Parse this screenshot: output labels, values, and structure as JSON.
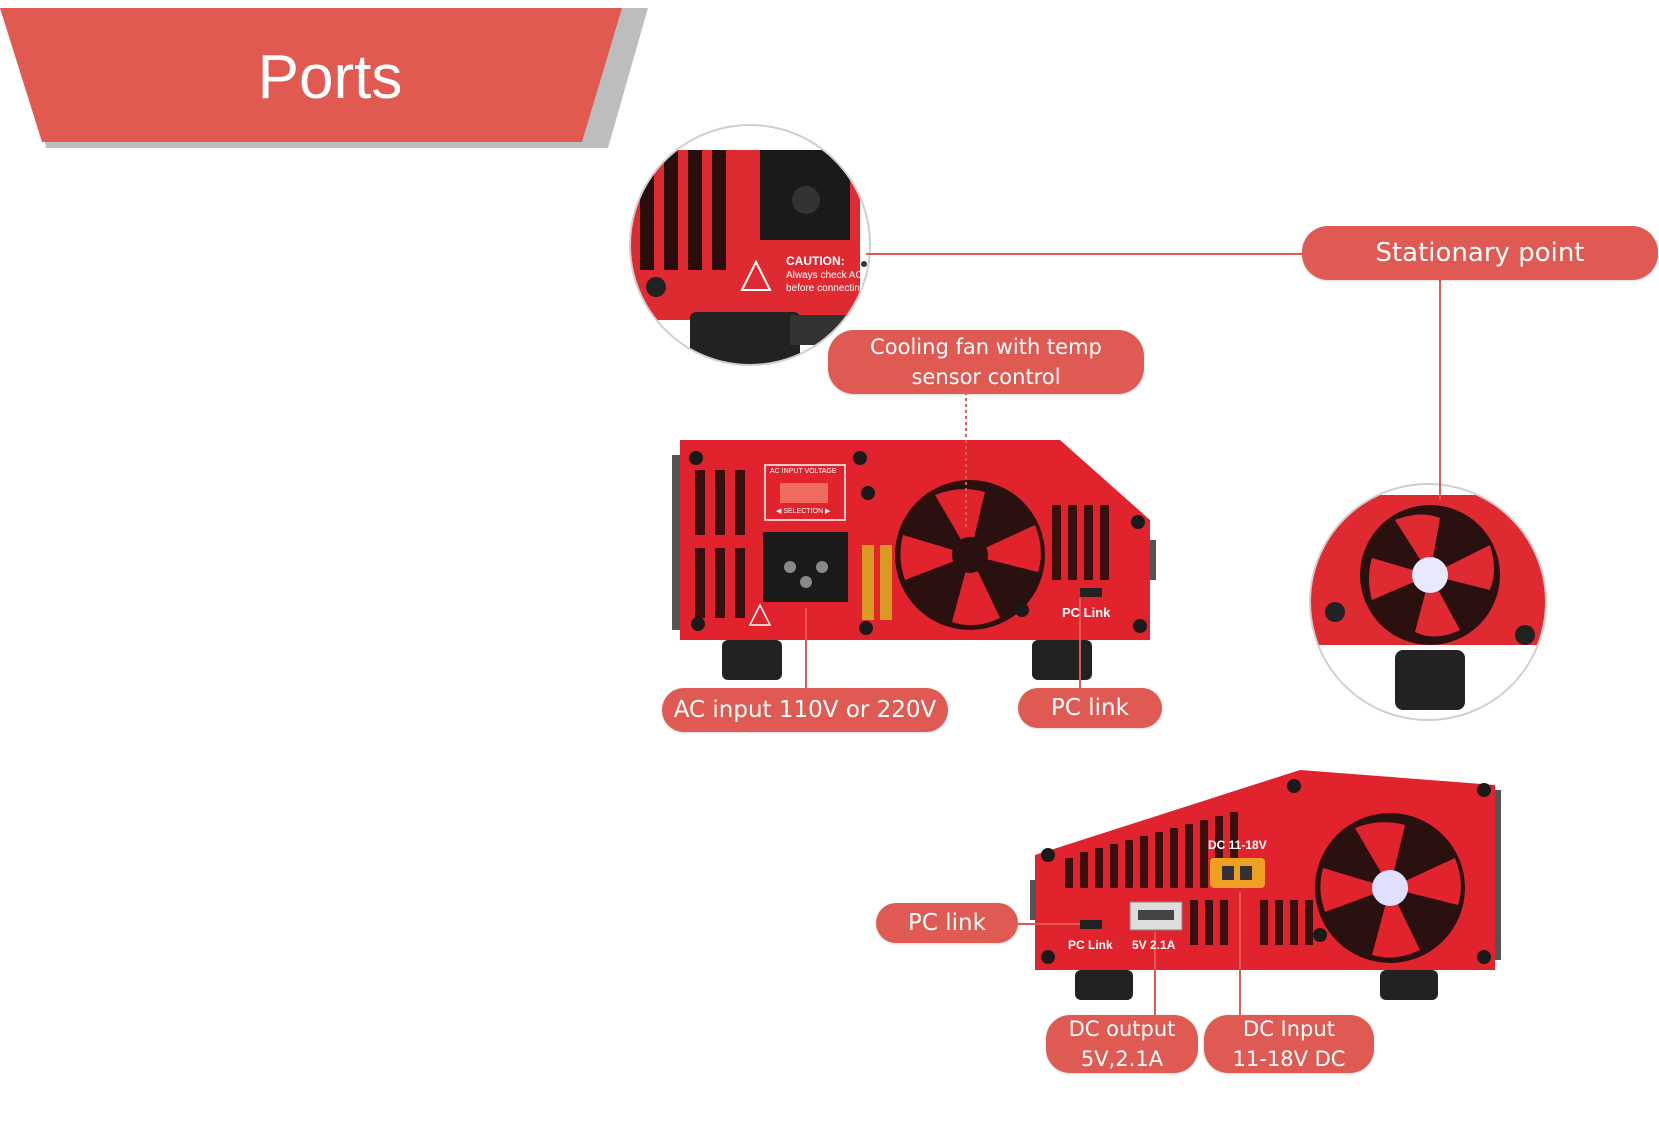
{
  "header": {
    "title": "Ports"
  },
  "callouts": {
    "stationary_point": "Stationary point",
    "cooling_fan_line1": "Cooling fan with temp",
    "cooling_fan_line2": "sensor control",
    "ac_input": "AC input 110V or 220V",
    "pc_link_side": "PC link",
    "pc_link_rear": "PC link",
    "dc_output_line1": "DC output",
    "dc_output_line2": "5V,2.1A",
    "dc_input_line1": "DC Input",
    "dc_input_line2": "11-18V DC"
  },
  "device_markings": {
    "caution_title": "CAUTION:",
    "caution_line1": "Always check AC",
    "caution_line2": "before connecting",
    "ac_voltage_selector": "AC INPUT VOLTAGE",
    "selection": "◀ SELECTION ▶",
    "pc_link_port": "PC Link",
    "rear_pc_link_port": "PC Link",
    "usb_port": "5V 2.1A",
    "dc_port": "DC 11-18V"
  },
  "colors": {
    "accent": "#de5a52",
    "device_red": "#e0232c",
    "shadow_gray": "#9a9a9a"
  }
}
